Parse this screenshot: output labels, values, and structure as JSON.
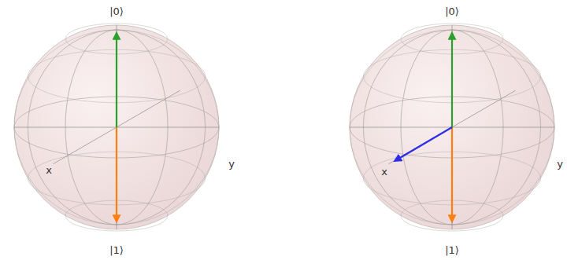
{
  "diagram": {
    "labels": [
      "|0⟩",
      "|1⟩",
      "x",
      "y",
      "|0⟩",
      "|1⟩",
      "x",
      "y"
    ]
  }
}
